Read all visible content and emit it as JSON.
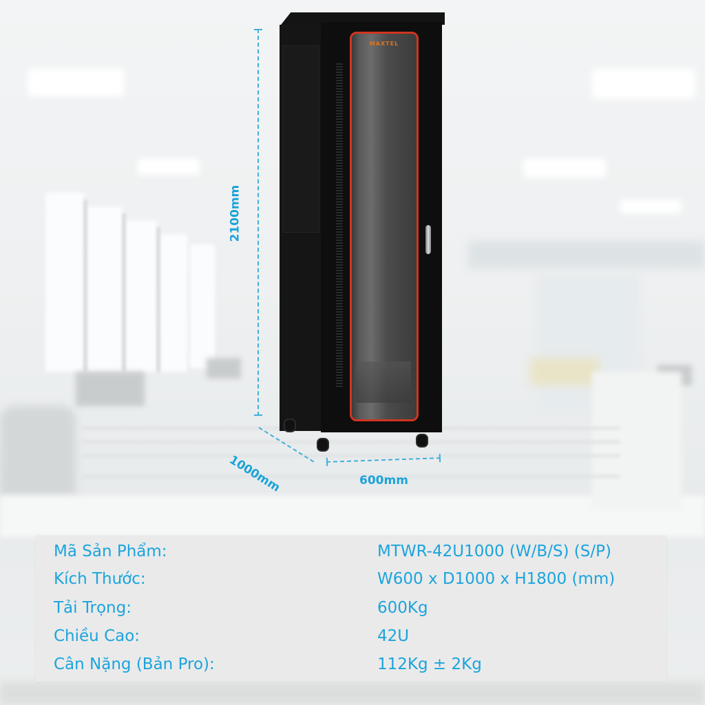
{
  "product": {
    "brand_logo": "MAXTEL",
    "type": "42U floor-standing server rack cabinet",
    "colors": {
      "cabinet_body": "#0e0e0e",
      "door_trim": "#d0351f",
      "logo": "#e0731c",
      "dimension_accent": "#3fb0d9",
      "spec_text": "#1ba4dd",
      "spec_panel_bg": "#eaeaea"
    }
  },
  "dimensions": {
    "height_label": "2100mm",
    "depth_label": "1000mm",
    "width_label": "600mm"
  },
  "specs": {
    "rows": [
      {
        "label": "Mã Sản Phẩm:",
        "value": "MTWR-42U1000 (W/B/S) (S/P)"
      },
      {
        "label": "Kích Thước:",
        "value": "W600 x D1000 x H1800 (mm)"
      },
      {
        "label": "Tải Trọng:",
        "value": "600Kg"
      },
      {
        "label": "Chiều Cao:",
        "value": "42U"
      },
      {
        "label": "Cân Nặng (Bản Pro):",
        "value": "112Kg ± 2Kg"
      }
    ]
  }
}
